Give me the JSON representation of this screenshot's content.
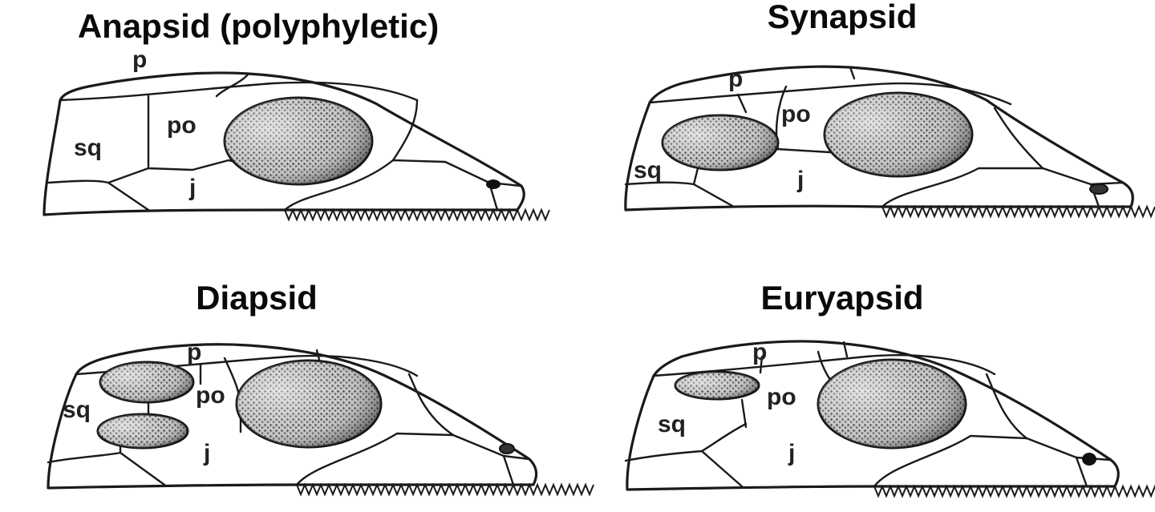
{
  "panels": [
    {
      "id": "anapsid",
      "title": "Anapsid (polyphyletic)",
      "labels": {
        "p": "p",
        "po": "po",
        "sq": "sq",
        "j": "j"
      }
    },
    {
      "id": "synapsid",
      "title": "Synapsid",
      "labels": {
        "p": "p",
        "po": "po",
        "sq": "sq",
        "j": "j"
      }
    },
    {
      "id": "diapsid",
      "title": "Diapsid",
      "labels": {
        "p": "p",
        "po": "po",
        "sq": "sq",
        "j": "j"
      }
    },
    {
      "id": "euryapsid",
      "title": "Euryapsid",
      "labels": {
        "p": "p",
        "po": "po",
        "sq": "sq",
        "j": "j"
      }
    }
  ],
  "colors": {
    "line": "#1a1a1a",
    "label": "#222222",
    "background": "#ffffff"
  }
}
